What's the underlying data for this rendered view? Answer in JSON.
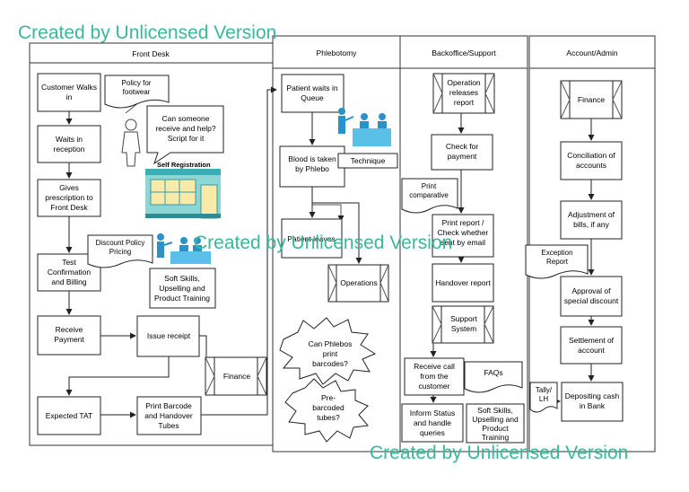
{
  "lanes": {
    "front_desk": "Front Desk",
    "phlebotomy": "Phlebotomy",
    "backoffice": "Backoffice/Support",
    "account": "Account/Admin"
  },
  "front_desk": {
    "customer_walks_in": [
      "Customer Walks",
      "in"
    ],
    "waits_in_reception": [
      "Waits in",
      "reception"
    ],
    "gives_prescription": [
      "Gives",
      "prescription to",
      "Front Desk"
    ],
    "test_confirmation": [
      "Test",
      "Confirmation",
      "and Billing"
    ],
    "receive_payment": [
      "Receive",
      "Payment"
    ],
    "issue_receipt": [
      "Issue receipt"
    ],
    "expected_tat": [
      "Expected TAT"
    ],
    "print_barcode": [
      "Print Barcode",
      "and Handover",
      "Tubes"
    ],
    "finance": [
      "Finance"
    ],
    "policy_footwear": [
      "Policy for",
      "footwear"
    ],
    "callout_help": [
      "Can someone",
      "receive and help?",
      "Script for it"
    ],
    "self_registration": "Self Registration",
    "discount_policy": [
      "Discount Policy",
      "Pricing"
    ],
    "soft_skills": [
      "Soft Skills,",
      "Upselling and",
      "Product Training"
    ]
  },
  "phlebotomy": {
    "patient_waits": [
      "Patient waits in",
      "Queue"
    ],
    "blood_taken": [
      "Blood is taken",
      "by Phlebo"
    ],
    "technique": [
      "Technique"
    ],
    "patient_leaves": [
      "Patient leaves"
    ],
    "operations": [
      "Operations"
    ],
    "print_barcodes_q": [
      "Can Phlebos",
      "print",
      "barcodes?"
    ],
    "prebarcoded_q": [
      "Pre-",
      "barcoded",
      "tubes?"
    ]
  },
  "backoffice": {
    "operation_releases": [
      "Operation",
      "releases",
      "report"
    ],
    "check_payment": [
      "Check for",
      "payment"
    ],
    "print_comparative": [
      "Print",
      "comparative"
    ],
    "print_report": [
      "Print report /",
      "Check whether",
      "sent by email"
    ],
    "handover_report": [
      "Handover report"
    ],
    "support_system": [
      "Support",
      "System"
    ],
    "receive_call": [
      "Receive call",
      "from the",
      "customer"
    ],
    "faqs": [
      "FAQs"
    ],
    "inform_status": [
      "Inform Status",
      "and handle",
      "queries"
    ],
    "soft_skills": [
      "Soft Skills,",
      "Upselling and",
      "Product",
      "Training"
    ]
  },
  "account": {
    "finance": [
      "Finance"
    ],
    "conciliation": [
      "Conciliation of",
      "accounts"
    ],
    "adjustment": [
      "Adjustment of",
      "bills, if any"
    ],
    "exception_report": [
      "Exception",
      "Report"
    ],
    "approval": [
      "Approval of",
      "special discount"
    ],
    "settlement": [
      "Settlement of",
      "account"
    ],
    "depositing": [
      "Depositing cash",
      "in Bank"
    ],
    "tally": [
      "Tally/",
      "LH"
    ]
  },
  "watermarks": {
    "top": "Created by Unlicensed Version",
    "middle": "Created by Unlicensed Version",
    "bottom": "Created by Unlicensed Version"
  }
}
